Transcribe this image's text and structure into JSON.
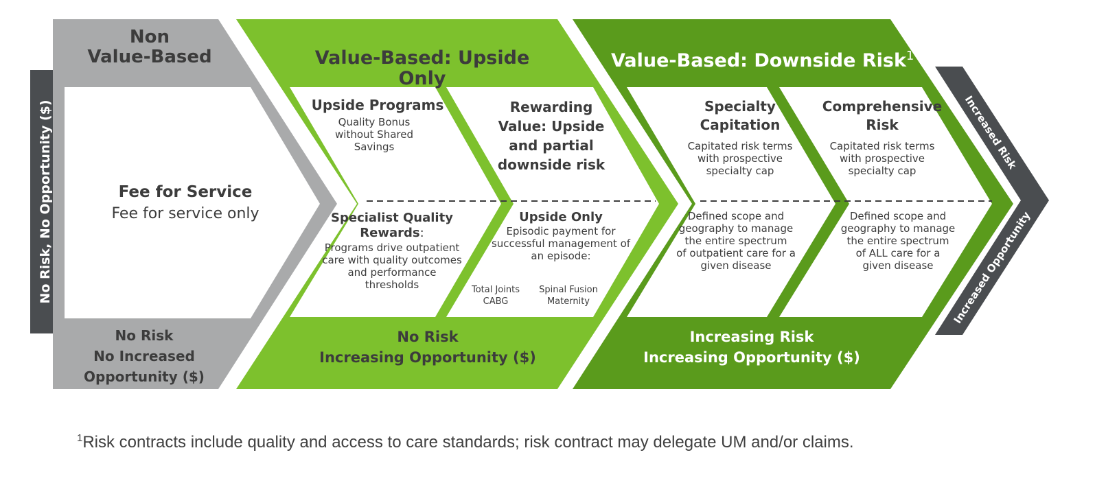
{
  "colors": {
    "gray": "#a9aaab",
    "light_green": "#7dc12d",
    "dark_green": "#5a9b1c",
    "dark_gray": "#4a4d50",
    "white": "#ffffff",
    "text_dark": "#3c3c3c"
  },
  "left_bar": {
    "label": "No Risk, No Opportunity ($)"
  },
  "non_value": {
    "title_line1": "Non",
    "title_line2": "Value-Based",
    "panel_title": "Fee for Service",
    "panel_text": "Fee for service only",
    "footer_line1": "No Risk",
    "footer_line2": "No Increased",
    "footer_line3": "Opportunity ($)"
  },
  "upside": {
    "title": "Value-Based: Upside Only",
    "upside_programs": {
      "title": "Upside Programs",
      "line1": "Quality Bonus",
      "line2": "without Shared",
      "line3": "Savings"
    },
    "specialist": {
      "title_line1": "Specialist Quality",
      "title_line2": "Rewards",
      "title_suffix": ":",
      "line1": "Programs drive outpatient",
      "line2": "care with quality outcomes",
      "line3": "and  performance",
      "line4": "thresholds"
    },
    "rewarding": {
      "line1": "Rewarding",
      "line2": "Value: Upside",
      "line3": "and partial",
      "line4": "downside risk"
    },
    "upside_only": {
      "title": "Upside Only",
      "line1": "Episodic payment for",
      "line2": "successful management of",
      "line3": "an episode:",
      "ex1_line1": "Total Joints",
      "ex1_line2": "CABG",
      "ex2_line1": "Spinal Fusion",
      "ex2_line2": "Maternity"
    },
    "footer_line1": "No Risk",
    "footer_line2": "Increasing Opportunity ($)"
  },
  "downside": {
    "title": "Value-Based: Downside Risk",
    "title_sup": "1",
    "specialty": {
      "title_line1": "Specialty",
      "title_line2": "Capitation",
      "line1": "Capitated risk terms",
      "line2": "with prospective",
      "line3": "specialty cap",
      "b_line1": "Defined scope and",
      "b_line2": "geography to manage",
      "b_line3": "the entire spectrum",
      "b_line4": "of outpatient care for a",
      "b_line5": "given disease"
    },
    "comprehensive": {
      "title_line1": "Comprehensive",
      "title_line2": "Risk",
      "line1": "Capitated risk terms",
      "line2": "with prospective",
      "line3": "specialty cap",
      "b_line1": "Defined scope and",
      "b_line2": "geography to manage",
      "b_line3": "the entire spectrum",
      "b_line4": "of ALL care for a",
      "b_line5": "given disease"
    },
    "footer_line1": "Increasing Risk",
    "footer_line2": "Increasing Opportunity ($)"
  },
  "right_arrow": {
    "top_label": "Increased Risk",
    "bottom_label": "Increased Opportunity"
  },
  "footnote": {
    "sup": "1",
    "text": "Risk contracts include quality and access to care standards; risk contract may delegate UM and/or claims."
  }
}
